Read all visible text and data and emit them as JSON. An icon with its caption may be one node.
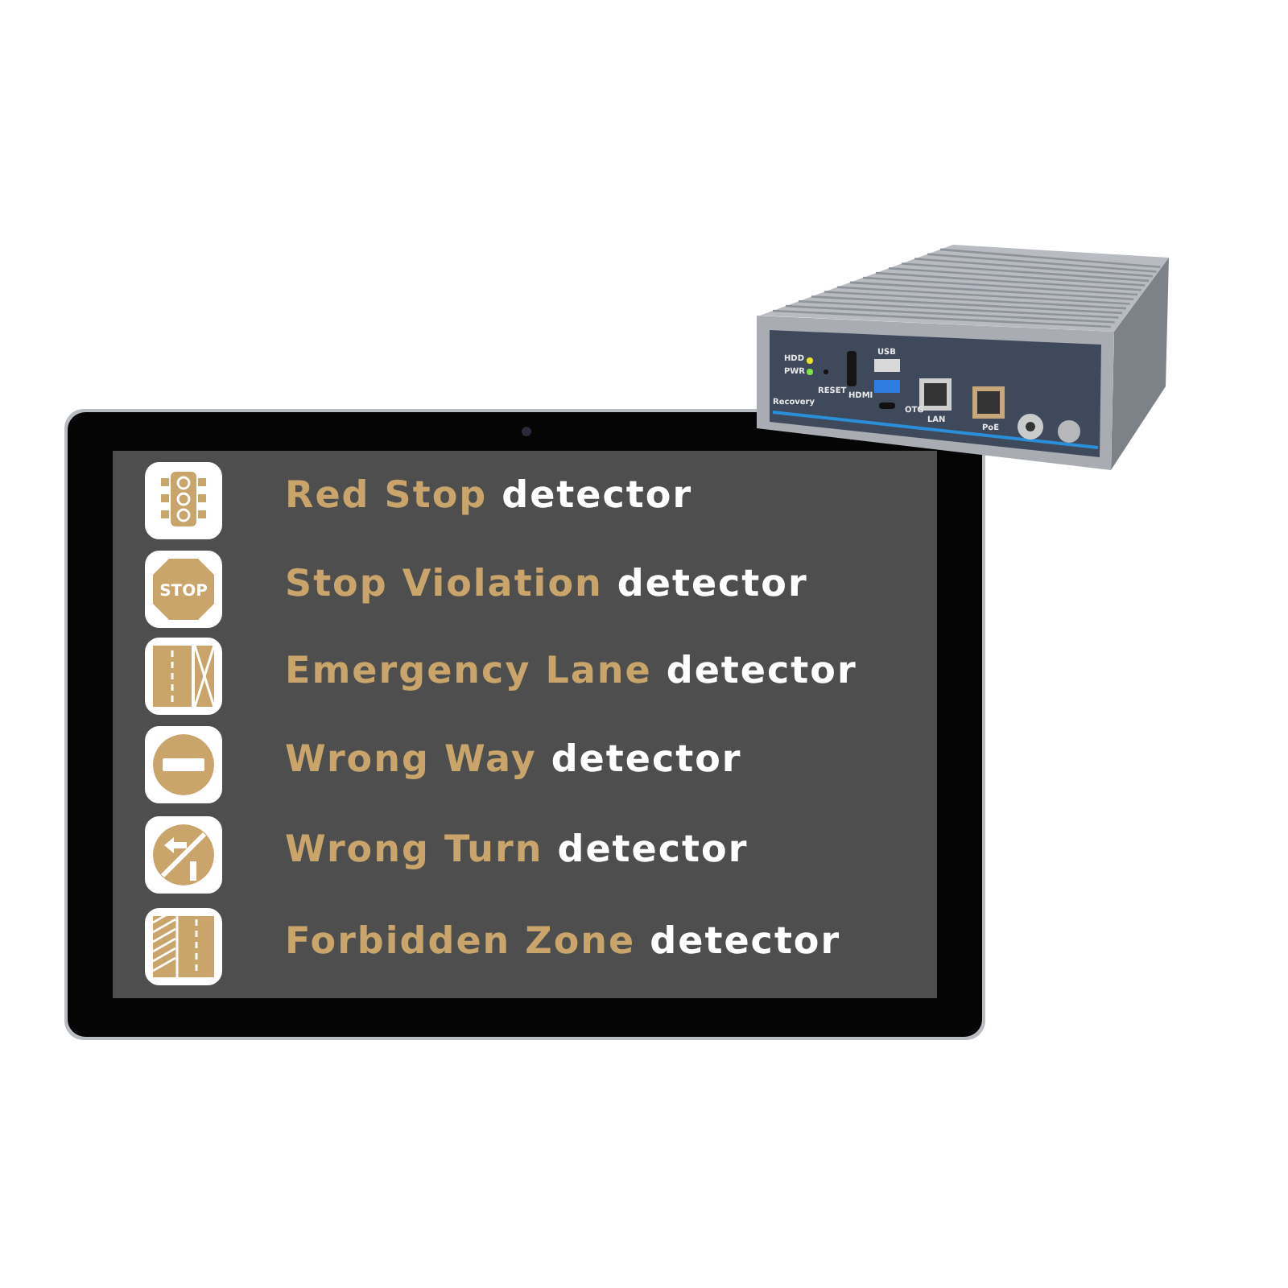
{
  "diagram": {
    "labels": [
      "HDD",
      "PWR",
      "USB",
      "RESET",
      "HDMI",
      "Recovery",
      "OTG",
      "LAN",
      "PoE",
      "Red Stop detector",
      "STOP",
      "Stop Violation detector",
      "Emergency Lane detector",
      "Wrong Way detector",
      "Wrong Turn detector",
      "Forbidden Zone detector"
    ]
  }
}
